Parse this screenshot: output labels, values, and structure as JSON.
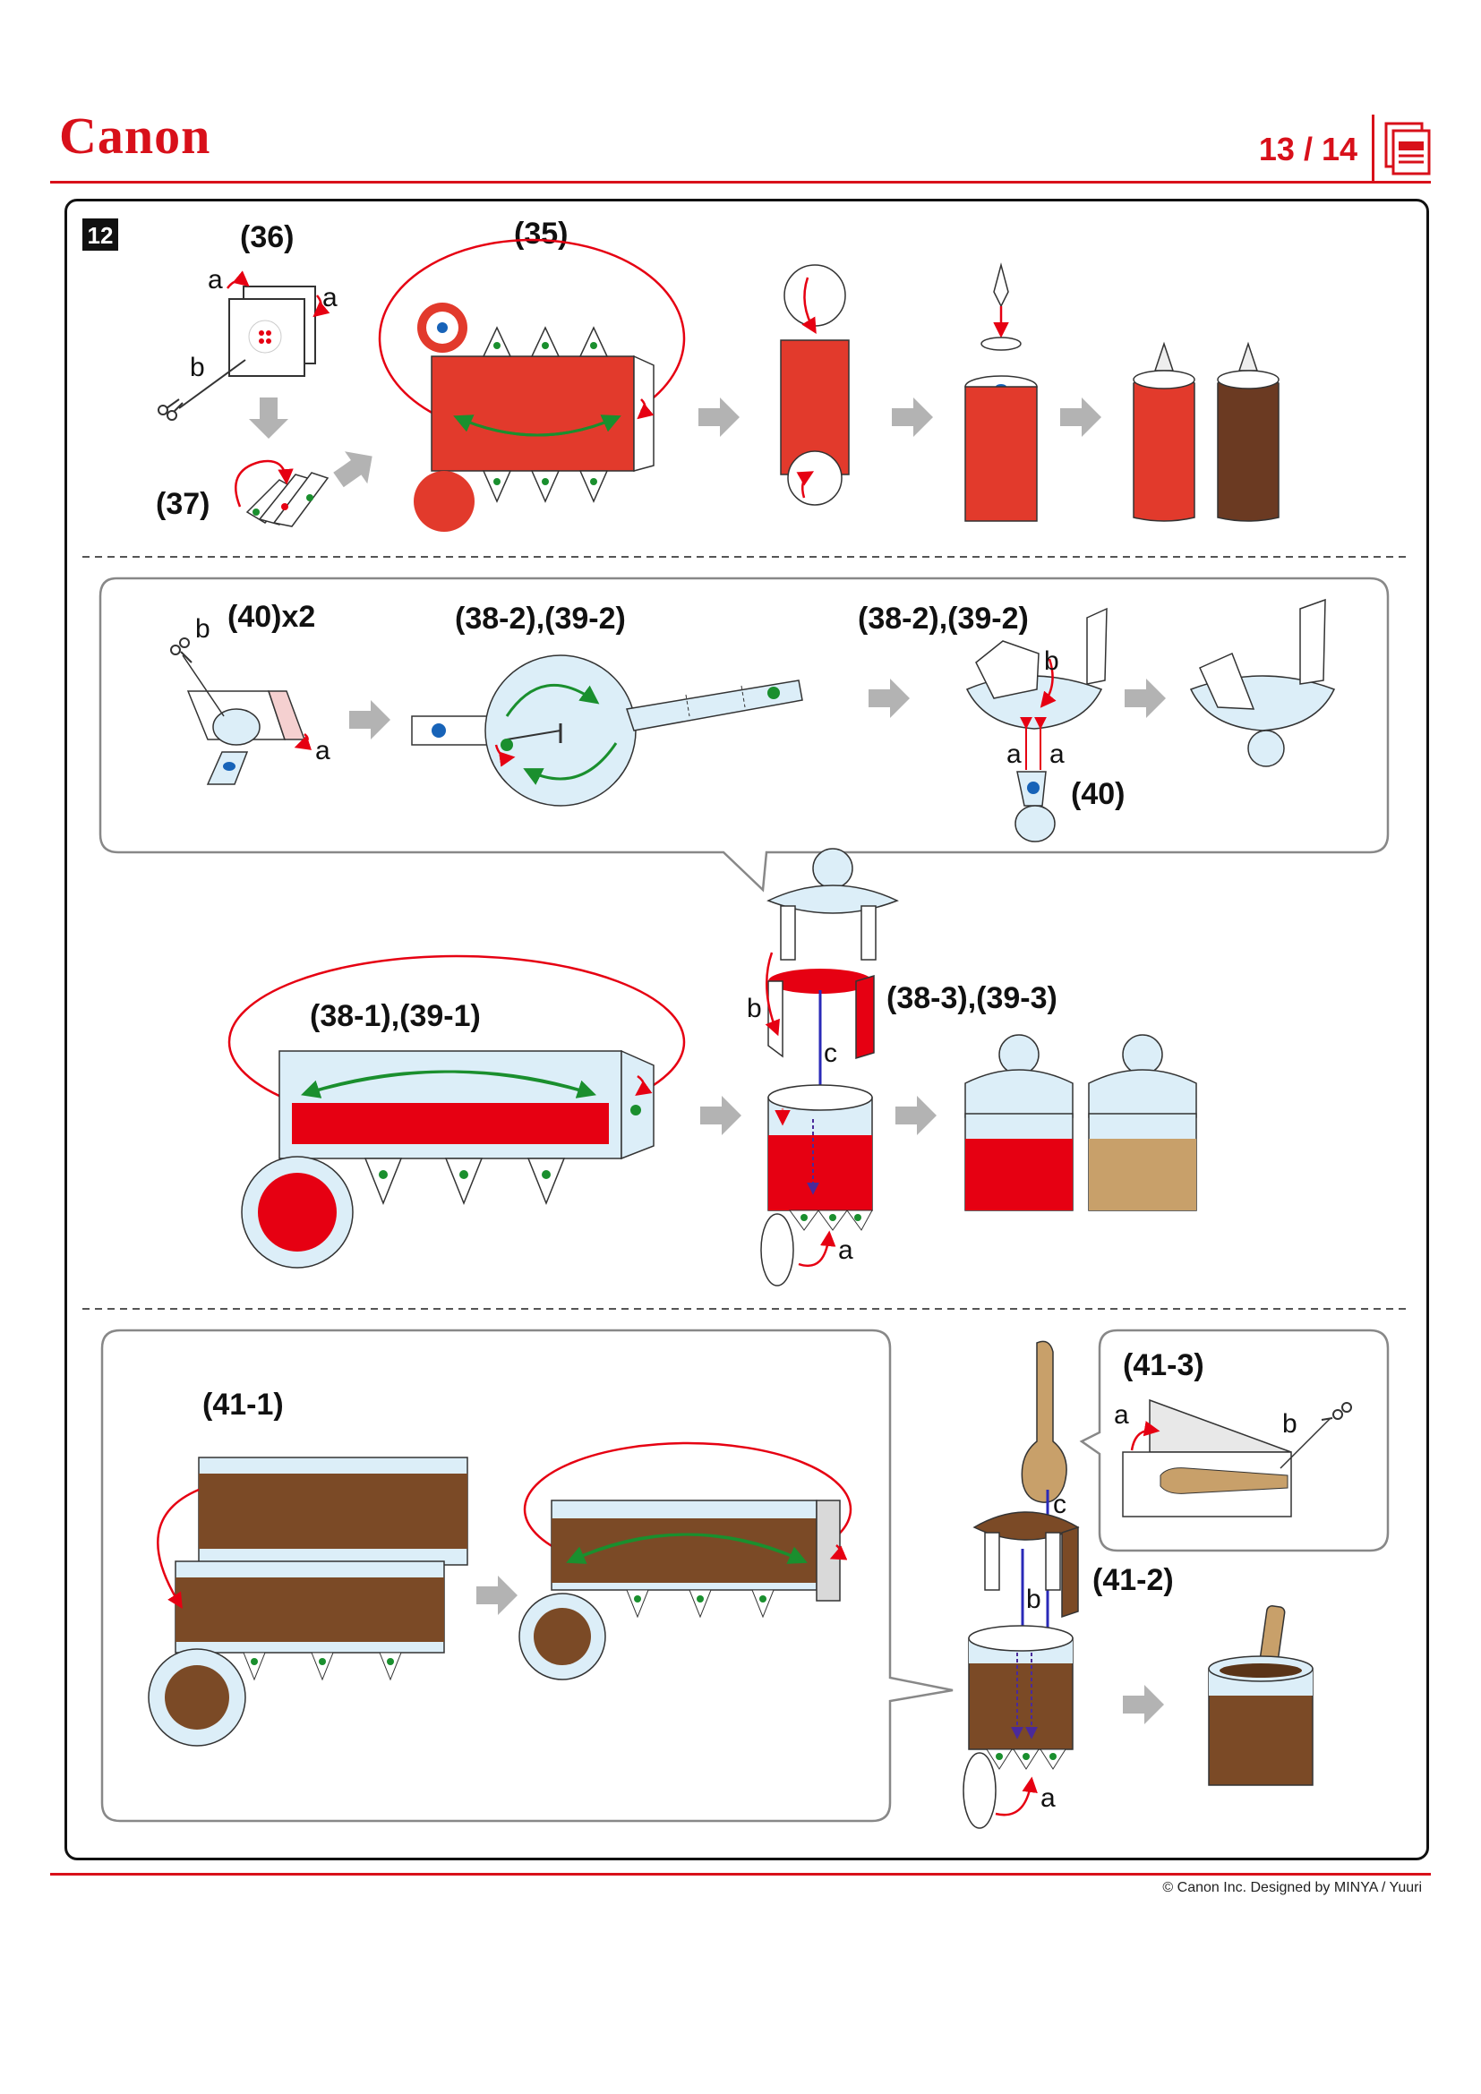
{
  "header": {
    "brand": "Canon",
    "page_indicator": "13 / 14"
  },
  "step": {
    "badge": "12"
  },
  "section1": {
    "part_36": "(36)",
    "part_35": "(35)",
    "part_37": "(37)",
    "letters": {
      "a": "a",
      "b": "b"
    }
  },
  "section2": {
    "part_40x2": "(40)x2",
    "part_38_2_a": "(38-2),(39-2)",
    "part_38_2_b": "(38-2),(39-2)",
    "part_40": "(40)",
    "part_38_1": "(38-1),(39-1)",
    "part_38_3": "(38-3),(39-3)",
    "letters": {
      "a": "a",
      "b": "b",
      "c": "c"
    }
  },
  "section3": {
    "part_41_1": "(41-1)",
    "part_41_2": "(41-2)",
    "part_41_3": "(41-3)",
    "letters": {
      "a": "a",
      "b": "b",
      "c": "c"
    }
  },
  "footer": {
    "credit": "© Canon Inc. Designed by MINYA / Yuuri"
  },
  "colors": {
    "brand_red": "#d8101a",
    "sauce_red": "#e23a2c",
    "jam_red": "#e60012",
    "chocolate": "#7b4a26",
    "dark_brown": "#6b3a22",
    "peanut": "#c8a06a",
    "glass": "#dceef8",
    "arrow_gray": "#b3b3b3",
    "arrow_green": "#1a8f2e"
  }
}
